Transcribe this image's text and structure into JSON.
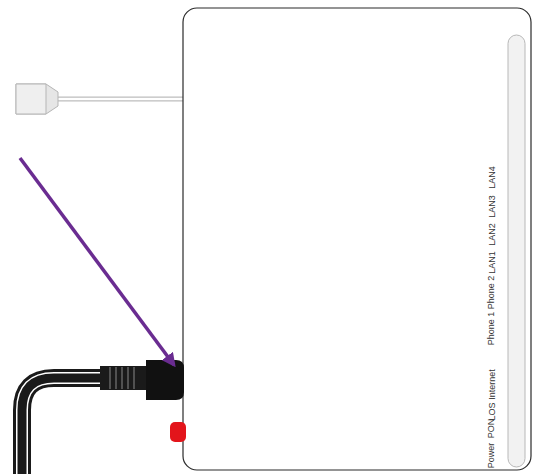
{
  "diagram": {
    "labels": [
      "Power",
      "PON",
      "LOS",
      "Internet",
      "Phone 1",
      "Phone 2",
      "LAN1",
      "LAN2",
      "LAN3",
      "LAN4"
    ]
  }
}
